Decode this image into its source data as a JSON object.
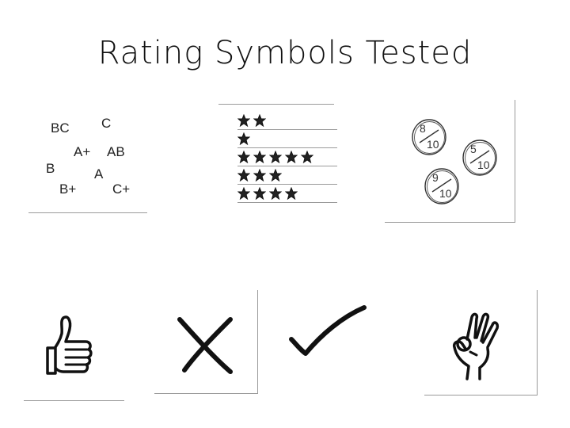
{
  "title": "Rating Symbols Tested",
  "grades": [
    "BC",
    "C",
    "A+",
    "AB",
    "B",
    "A",
    "B+",
    "C+"
  ],
  "star_counts": [
    2,
    1,
    5,
    3,
    4
  ],
  "fractions": [
    {
      "num": "8",
      "den": "10"
    },
    {
      "num": "5",
      "den": "10"
    },
    {
      "num": "9",
      "den": "10"
    }
  ],
  "icons": [
    "thumbs-up-icon",
    "x-mark-icon",
    "check-mark-icon",
    "ok-hand-icon"
  ]
}
